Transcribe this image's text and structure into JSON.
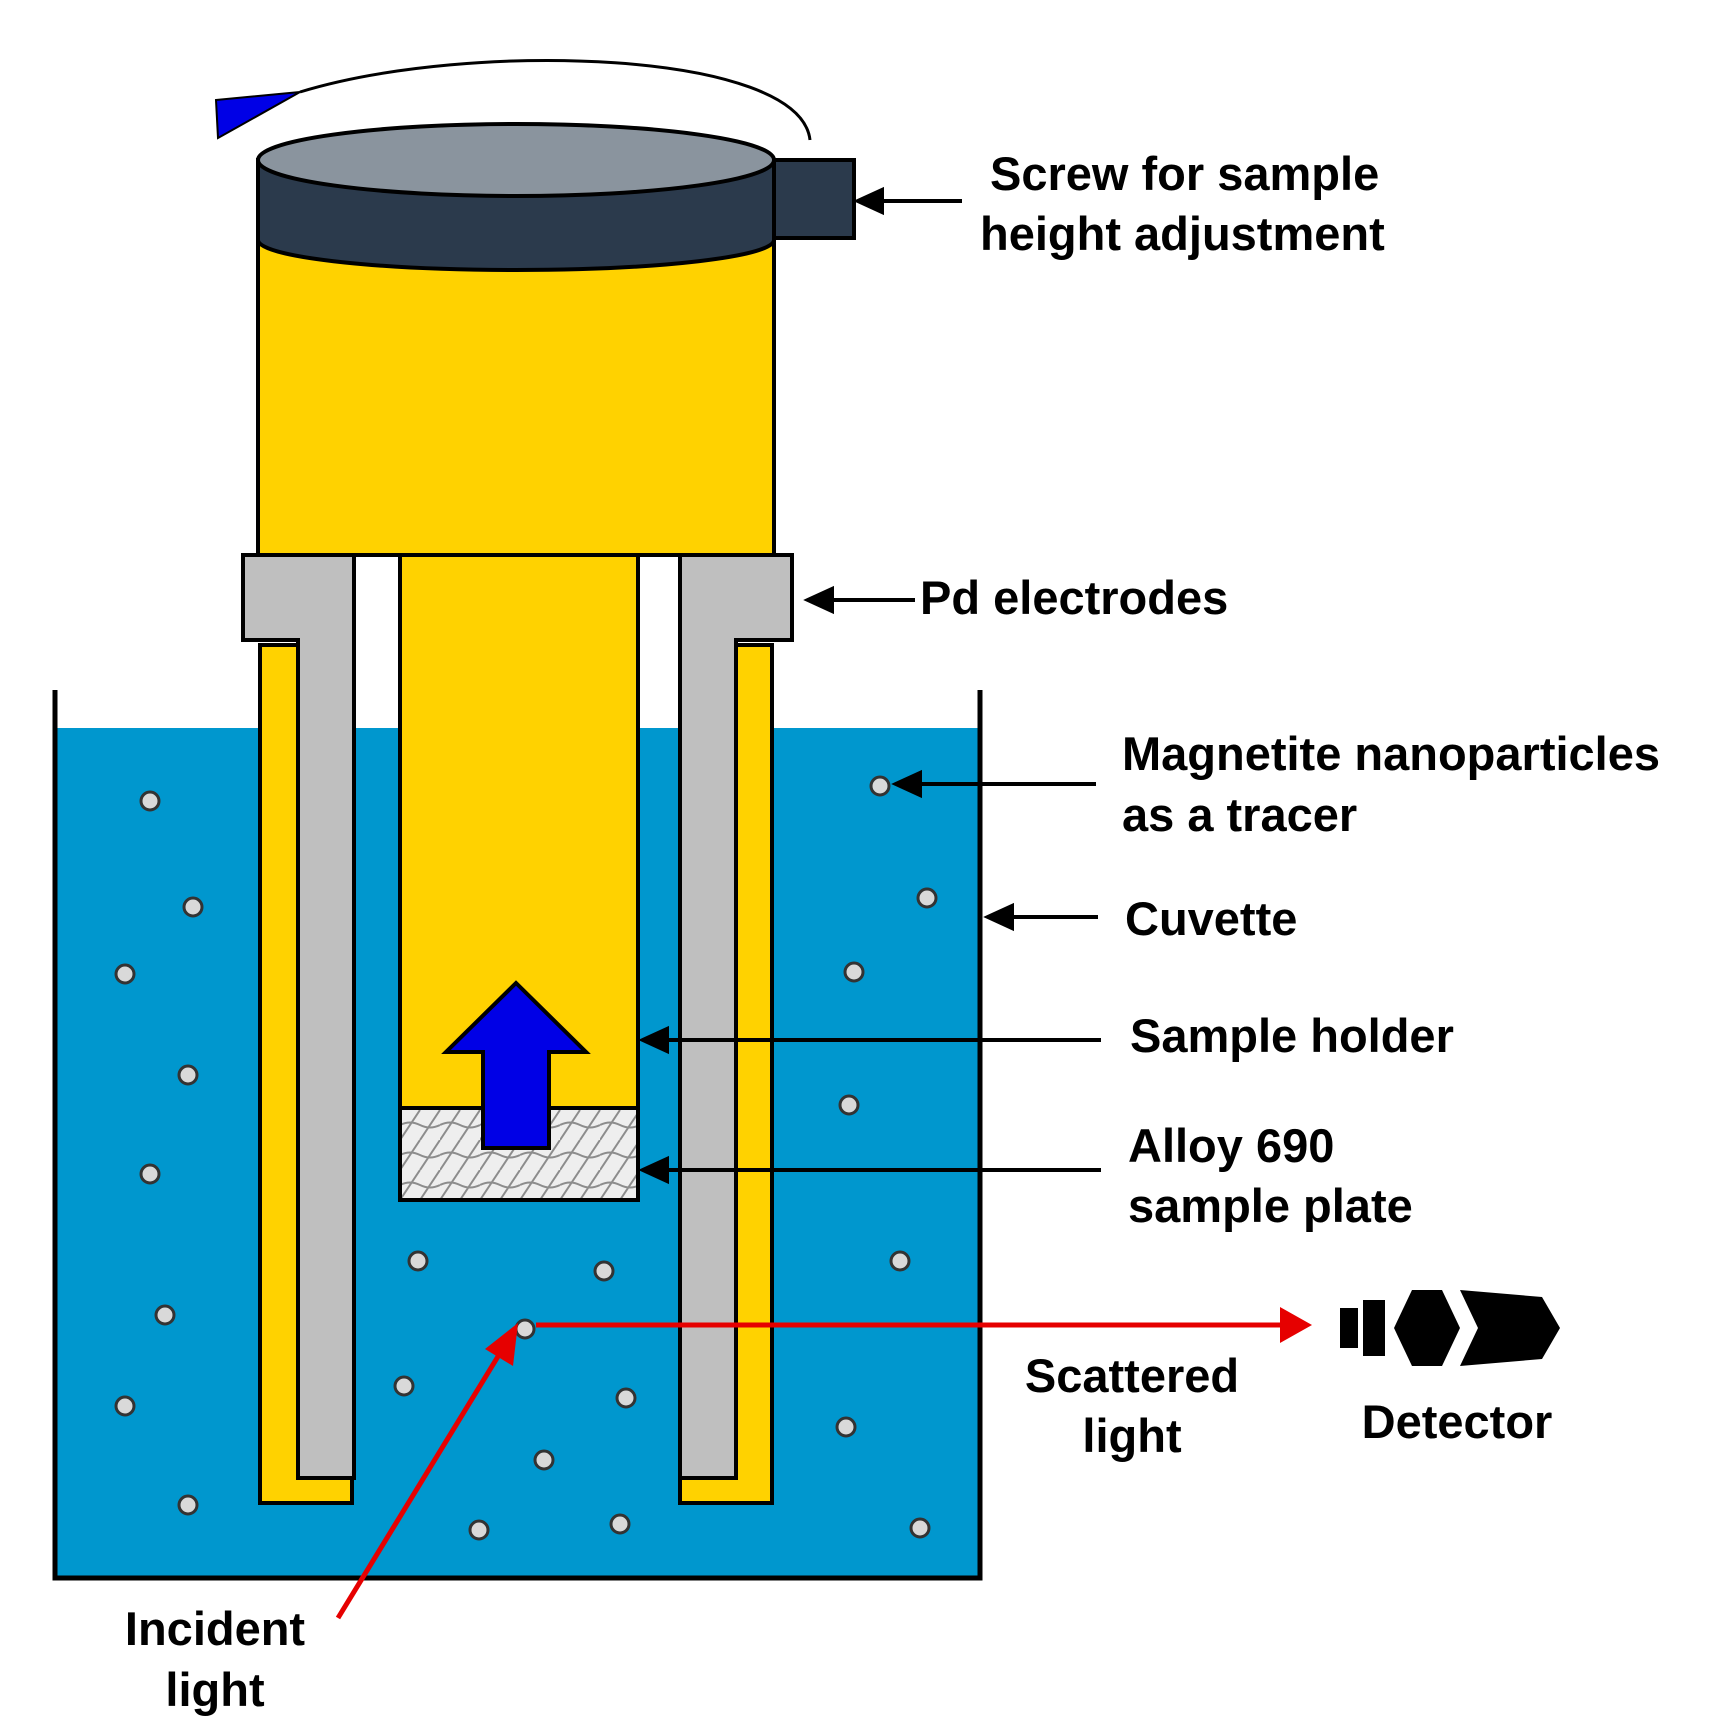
{
  "colors": {
    "liquid": "#0097CE",
    "holder": "#FFD200",
    "electrode": "#BFBFBF",
    "cap_top": "#8A949E",
    "cap_side": "#2B3A4C",
    "arrow": "#0000E6",
    "light_ray": "#E60000",
    "particle": "#D9D9D9"
  },
  "labels": {
    "screw_line1": "Screw for sample",
    "screw_line2": "height adjustment",
    "pd_electrodes": "Pd electrodes",
    "magnetite_line1": "Magnetite nanoparticles",
    "magnetite_line2": "as a tracer",
    "cuvette": "Cuvette",
    "sample_holder": "Sample holder",
    "alloy_line1": "Alloy 690",
    "alloy_line2": "sample plate",
    "scattered_line1": "Scattered",
    "scattered_line2": "light",
    "detector": "Detector",
    "incident_line1": "Incident",
    "incident_line2": "light"
  },
  "icons": {
    "rotation": "curved-rotation-arrow-icon",
    "upward": "upward-block-arrow-icon",
    "detector": "detector-lens-icon"
  }
}
